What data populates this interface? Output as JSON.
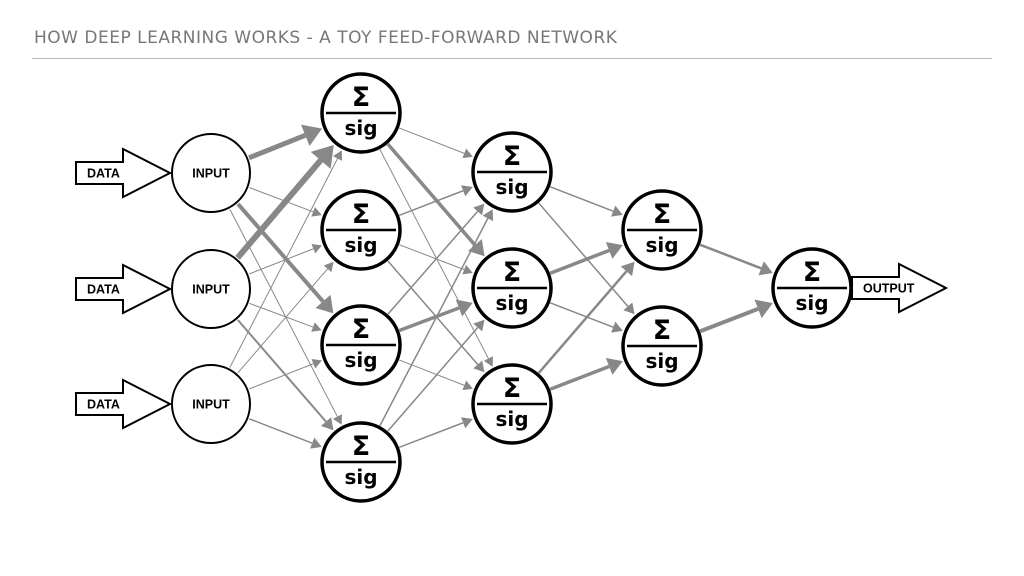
{
  "title": "HOW DEEP LEARNING WORKS - A TOY FEED-FORWARD NETWORK",
  "labels": {
    "data": "DATA",
    "input": "INPUT",
    "output": "OUTPUT",
    "sum_symbol": "Σ",
    "activation": "sig"
  },
  "colors": {
    "edge": "#888888",
    "node_stroke": "#000000",
    "title": "#777777"
  }
}
